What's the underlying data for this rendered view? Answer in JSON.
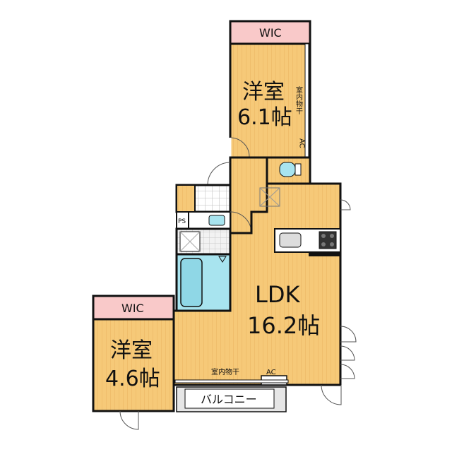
{
  "rooms": {
    "bedroom1": {
      "name": "洋室",
      "size": "6.1帖"
    },
    "bedroom2": {
      "name": "洋室",
      "size": "4.6帖"
    },
    "ldk": {
      "name": "LDK",
      "size": "16.2帖"
    }
  },
  "labels": {
    "wic_top": "WIC",
    "wic_left": "WIC",
    "drying_bedroom": "室内物干",
    "ac_bedroom": "AC",
    "drying_ldk": "室内物干",
    "ac_ldk": "AC",
    "ps": "PS",
    "balcony": "バルコニー"
  },
  "colors": {
    "floor_wood": "#f6c978",
    "wic_pink": "#f9c9c9",
    "bath_blue": "#a8e4ef",
    "wall": "#111111",
    "balcony_gray": "#e6e6e6"
  }
}
